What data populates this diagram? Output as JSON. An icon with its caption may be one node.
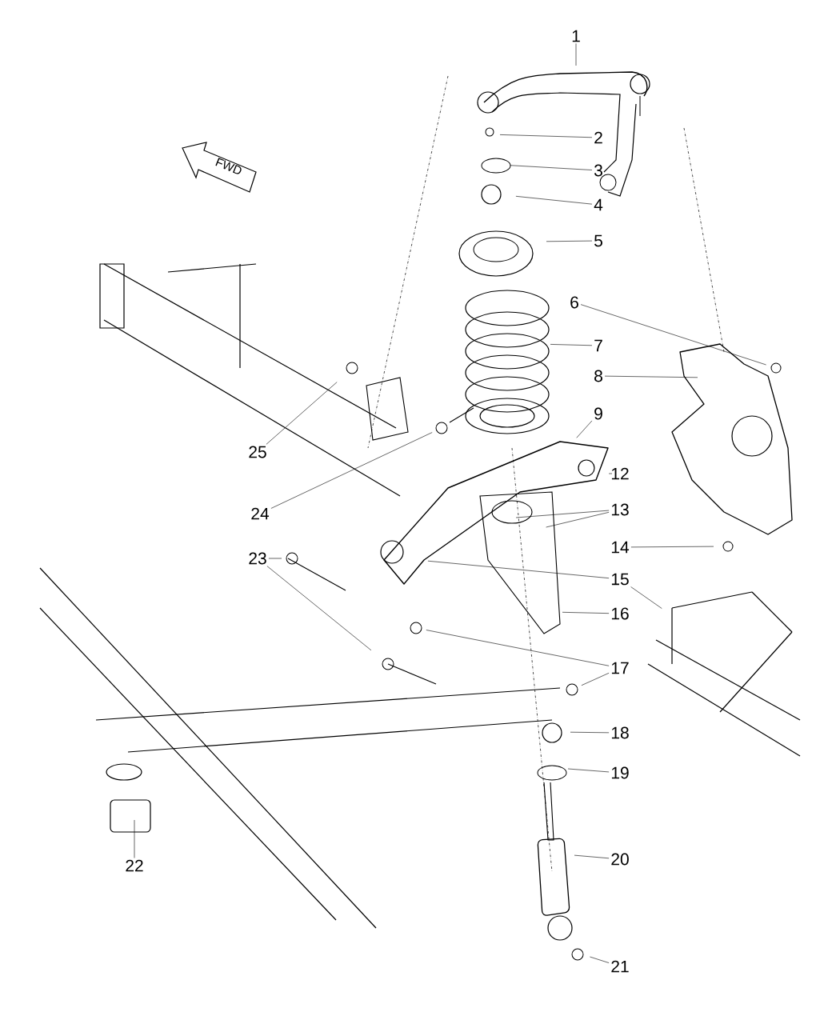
{
  "diagram": {
    "nodes": [
      {
        "text": [
          "1"
        ]
      },
      {
        "text": [
          "2"
        ]
      },
      {
        "text": [
          "3"
        ]
      },
      {
        "text": [
          "4"
        ]
      },
      {
        "text": [
          "5"
        ]
      },
      {
        "text": [
          "6"
        ]
      },
      {
        "text": [
          "7"
        ]
      },
      {
        "text": [
          "8"
        ]
      },
      {
        "text": [
          "9"
        ]
      },
      {
        "text": [
          "12"
        ]
      },
      {
        "text": [
          "13"
        ]
      },
      {
        "text": [
          "14"
        ]
      },
      {
        "text": [
          "15"
        ]
      },
      {
        "text": [
          "16"
        ]
      },
      {
        "text": [
          "17"
        ]
      },
      {
        "text": [
          "18"
        ]
      },
      {
        "text": [
          "19"
        ]
      },
      {
        "text": [
          "20"
        ]
      },
      {
        "text": [
          "21"
        ]
      },
      {
        "text": [
          "22"
        ]
      },
      {
        "text": [
          "23"
        ]
      },
      {
        "text": [
          "24"
        ]
      },
      {
        "text": [
          "25"
        ]
      }
    ],
    "edges": [
      {
        "from": 0,
        "to": null,
        "arrow": "none"
      },
      {
        "from": 1,
        "to": null,
        "arrow": "none"
      },
      {
        "from": 2,
        "to": null,
        "arrow": "none"
      },
      {
        "from": 3,
        "to": null,
        "arrow": "none"
      },
      {
        "from": 4,
        "to": null,
        "arrow": "none"
      },
      {
        "from": 5,
        "to": null,
        "arrow": "none"
      },
      {
        "from": 6,
        "to": null,
        "arrow": "none"
      },
      {
        "from": 7,
        "to": null,
        "arrow": "none"
      },
      {
        "from": 8,
        "to": null,
        "arrow": "none"
      },
      {
        "from": 9,
        "to": null,
        "arrow": "none"
      },
      {
        "from": 10,
        "to": null,
        "arrow": "none"
      },
      {
        "from": 10,
        "to": null,
        "arrow": "none"
      },
      {
        "from": 11,
        "to": null,
        "arrow": "none"
      },
      {
        "from": 12,
        "to": null,
        "arrow": "none"
      },
      {
        "from": 12,
        "to": null,
        "arrow": "none"
      },
      {
        "from": 13,
        "to": null,
        "arrow": "none"
      },
      {
        "from": 14,
        "to": null,
        "arrow": "none"
      },
      {
        "from": 14,
        "to": null,
        "arrow": "none"
      },
      {
        "from": 15,
        "to": null,
        "arrow": "none"
      },
      {
        "from": 16,
        "to": null,
        "arrow": "none"
      },
      {
        "from": 17,
        "to": null,
        "arrow": "none"
      },
      {
        "from": 18,
        "to": null,
        "arrow": "none"
      },
      {
        "from": 19,
        "to": null,
        "arrow": "none"
      },
      {
        "from": 20,
        "to": null,
        "arrow": "none"
      },
      {
        "from": 20,
        "to": null,
        "arrow": "none"
      },
      {
        "from": 21,
        "to": null,
        "arrow": "none"
      },
      {
        "from": 22,
        "to": null,
        "arrow": "none"
      }
    ],
    "labels": [
      "FWD"
    ]
  }
}
